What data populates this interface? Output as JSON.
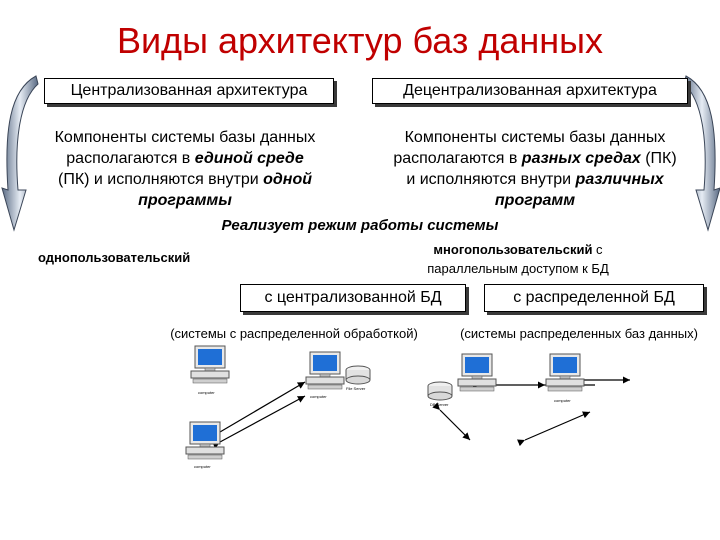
{
  "title": "Виды архитектур баз данных",
  "left": {
    "header": "Централизованная архитектура",
    "desc_line1": "Компоненты системы базы данных",
    "desc_line2a": "располагаются в ",
    "desc_line2b": "единой среде",
    "desc_line3a": "(ПК) и исполняются внутри ",
    "desc_line3b": "одной",
    "desc_line4": "программы"
  },
  "right": {
    "header": "Децентрализованная архитектура",
    "desc_line1": "Компоненты системы базы данных",
    "desc_line2a": "располагаются в ",
    "desc_line2b": "разных средах",
    "desc_line2c": " (ПК)",
    "desc_line3a": "и исполняются внутри ",
    "desc_line3b": "различных",
    "desc_line4": "программ"
  },
  "mode_label": "Реализует режим работы системы",
  "single_user": "однопользовательский",
  "multi_user_a": "многопользовательский",
  "multi_user_b": " с",
  "multi_user_line2": "параллельным доступом к БД",
  "centralized_db": "с централизованной БД",
  "distributed_db": "с распределенной БД",
  "caption_left": "(системы с распределенной обработкой)",
  "caption_right": "(системы распределенных баз данных)",
  "computer_label": "computer",
  "file_server_label": "File Server",
  "db_label": "DB Server",
  "colors": {
    "title": "#c00000",
    "arrow": "#8aa0c0",
    "monitor": "#1f6fd6"
  }
}
